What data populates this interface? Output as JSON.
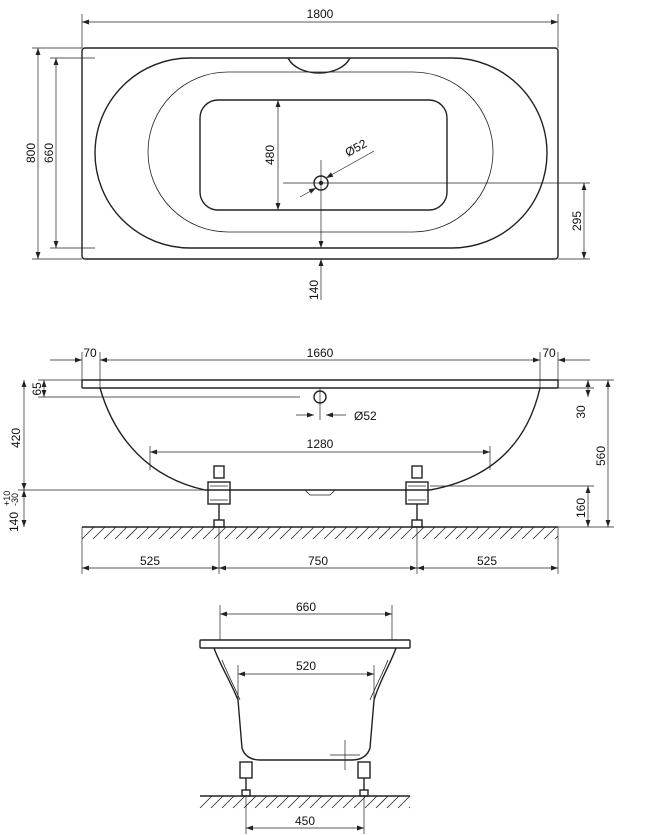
{
  "top_view": {
    "overall_length": "1800",
    "overall_width": "800",
    "inner_width": "660",
    "basin_width": "480",
    "drain_diameter": "Ø52",
    "drain_offset_side": "295",
    "drain_offset_bottom": "140"
  },
  "side_view": {
    "rim_left": "70",
    "inner_length": "1660",
    "rim_right": "70",
    "rim_height": "65",
    "drain_diameter": "Ø52",
    "rim_thickness": "30",
    "bottom_length": "1280",
    "depth_to_foot": "420",
    "total_height": "560",
    "foot_height": "160",
    "leg_height_base": "140",
    "leg_tol_plus": "+10",
    "leg_tol_minus": "-30",
    "leg_spacing_left": "525",
    "leg_spacing_center": "750",
    "leg_spacing_right": "525"
  },
  "end_view": {
    "top_width": "660",
    "bottom_width": "520",
    "leg_spacing": "450"
  }
}
